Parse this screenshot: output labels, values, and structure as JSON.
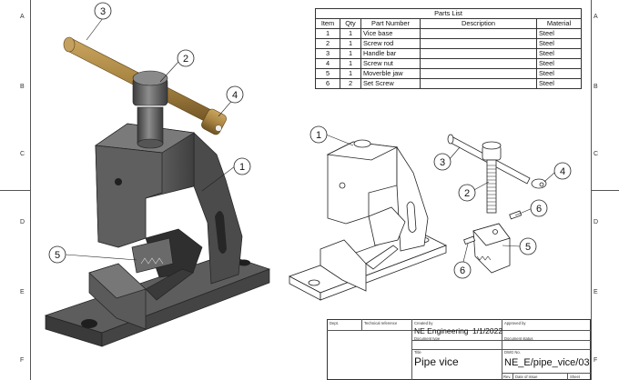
{
  "zones": {
    "left": [
      "A",
      "B",
      "C",
      "D",
      "E",
      "F"
    ],
    "right": [
      "A",
      "B",
      "C",
      "D",
      "E",
      "F"
    ]
  },
  "parts_list": {
    "title": "Parts List",
    "headers": [
      "Item",
      "Qty",
      "Part Number",
      "Description",
      "Material"
    ],
    "rows": [
      {
        "item": "1",
        "qty": "1",
        "part": "Vice base",
        "desc": "",
        "material": "Steel"
      },
      {
        "item": "2",
        "qty": "1",
        "part": "Screw rod",
        "desc": "",
        "material": "Steel"
      },
      {
        "item": "3",
        "qty": "1",
        "part": "Handle bar",
        "desc": "",
        "material": "Steel"
      },
      {
        "item": "4",
        "qty": "1",
        "part": "Screw nut",
        "desc": "",
        "material": "Steel"
      },
      {
        "item": "5",
        "qty": "1",
        "part": "Moverble jaw",
        "desc": "",
        "material": "Steel"
      },
      {
        "item": "6",
        "qty": "2",
        "part": "Set Screw",
        "desc": "",
        "material": "Steel"
      }
    ]
  },
  "balloons": {
    "b1": "1",
    "b2": "2",
    "b3": "3",
    "b4": "4",
    "b5": "5",
    "b6": "6"
  },
  "title_block": {
    "dept_label": "Dept.",
    "tech_ref_label": "Technical reference",
    "created_by_label": "Created by",
    "created_by": "NE Engineering",
    "date": "1/1/2022",
    "approved_by_label": "Approved by",
    "doc_type_label": "Document type",
    "doc_status_label": "Document status",
    "title_label": "Title",
    "title": "Pipe vice",
    "dwg_no_label": "DWG No.",
    "dwg_no": "NE_E/pipe_vice/03",
    "rev_label": "Rev.",
    "date_issue_label": "Date of issue",
    "sheet_label": "Sheet"
  },
  "colors": {
    "shaded_body": "#5b5b5b",
    "shaded_dark": "#3c3c3c",
    "shaded_light": "#8a8a8a",
    "brass": "#a88442",
    "line": "#222222"
  }
}
